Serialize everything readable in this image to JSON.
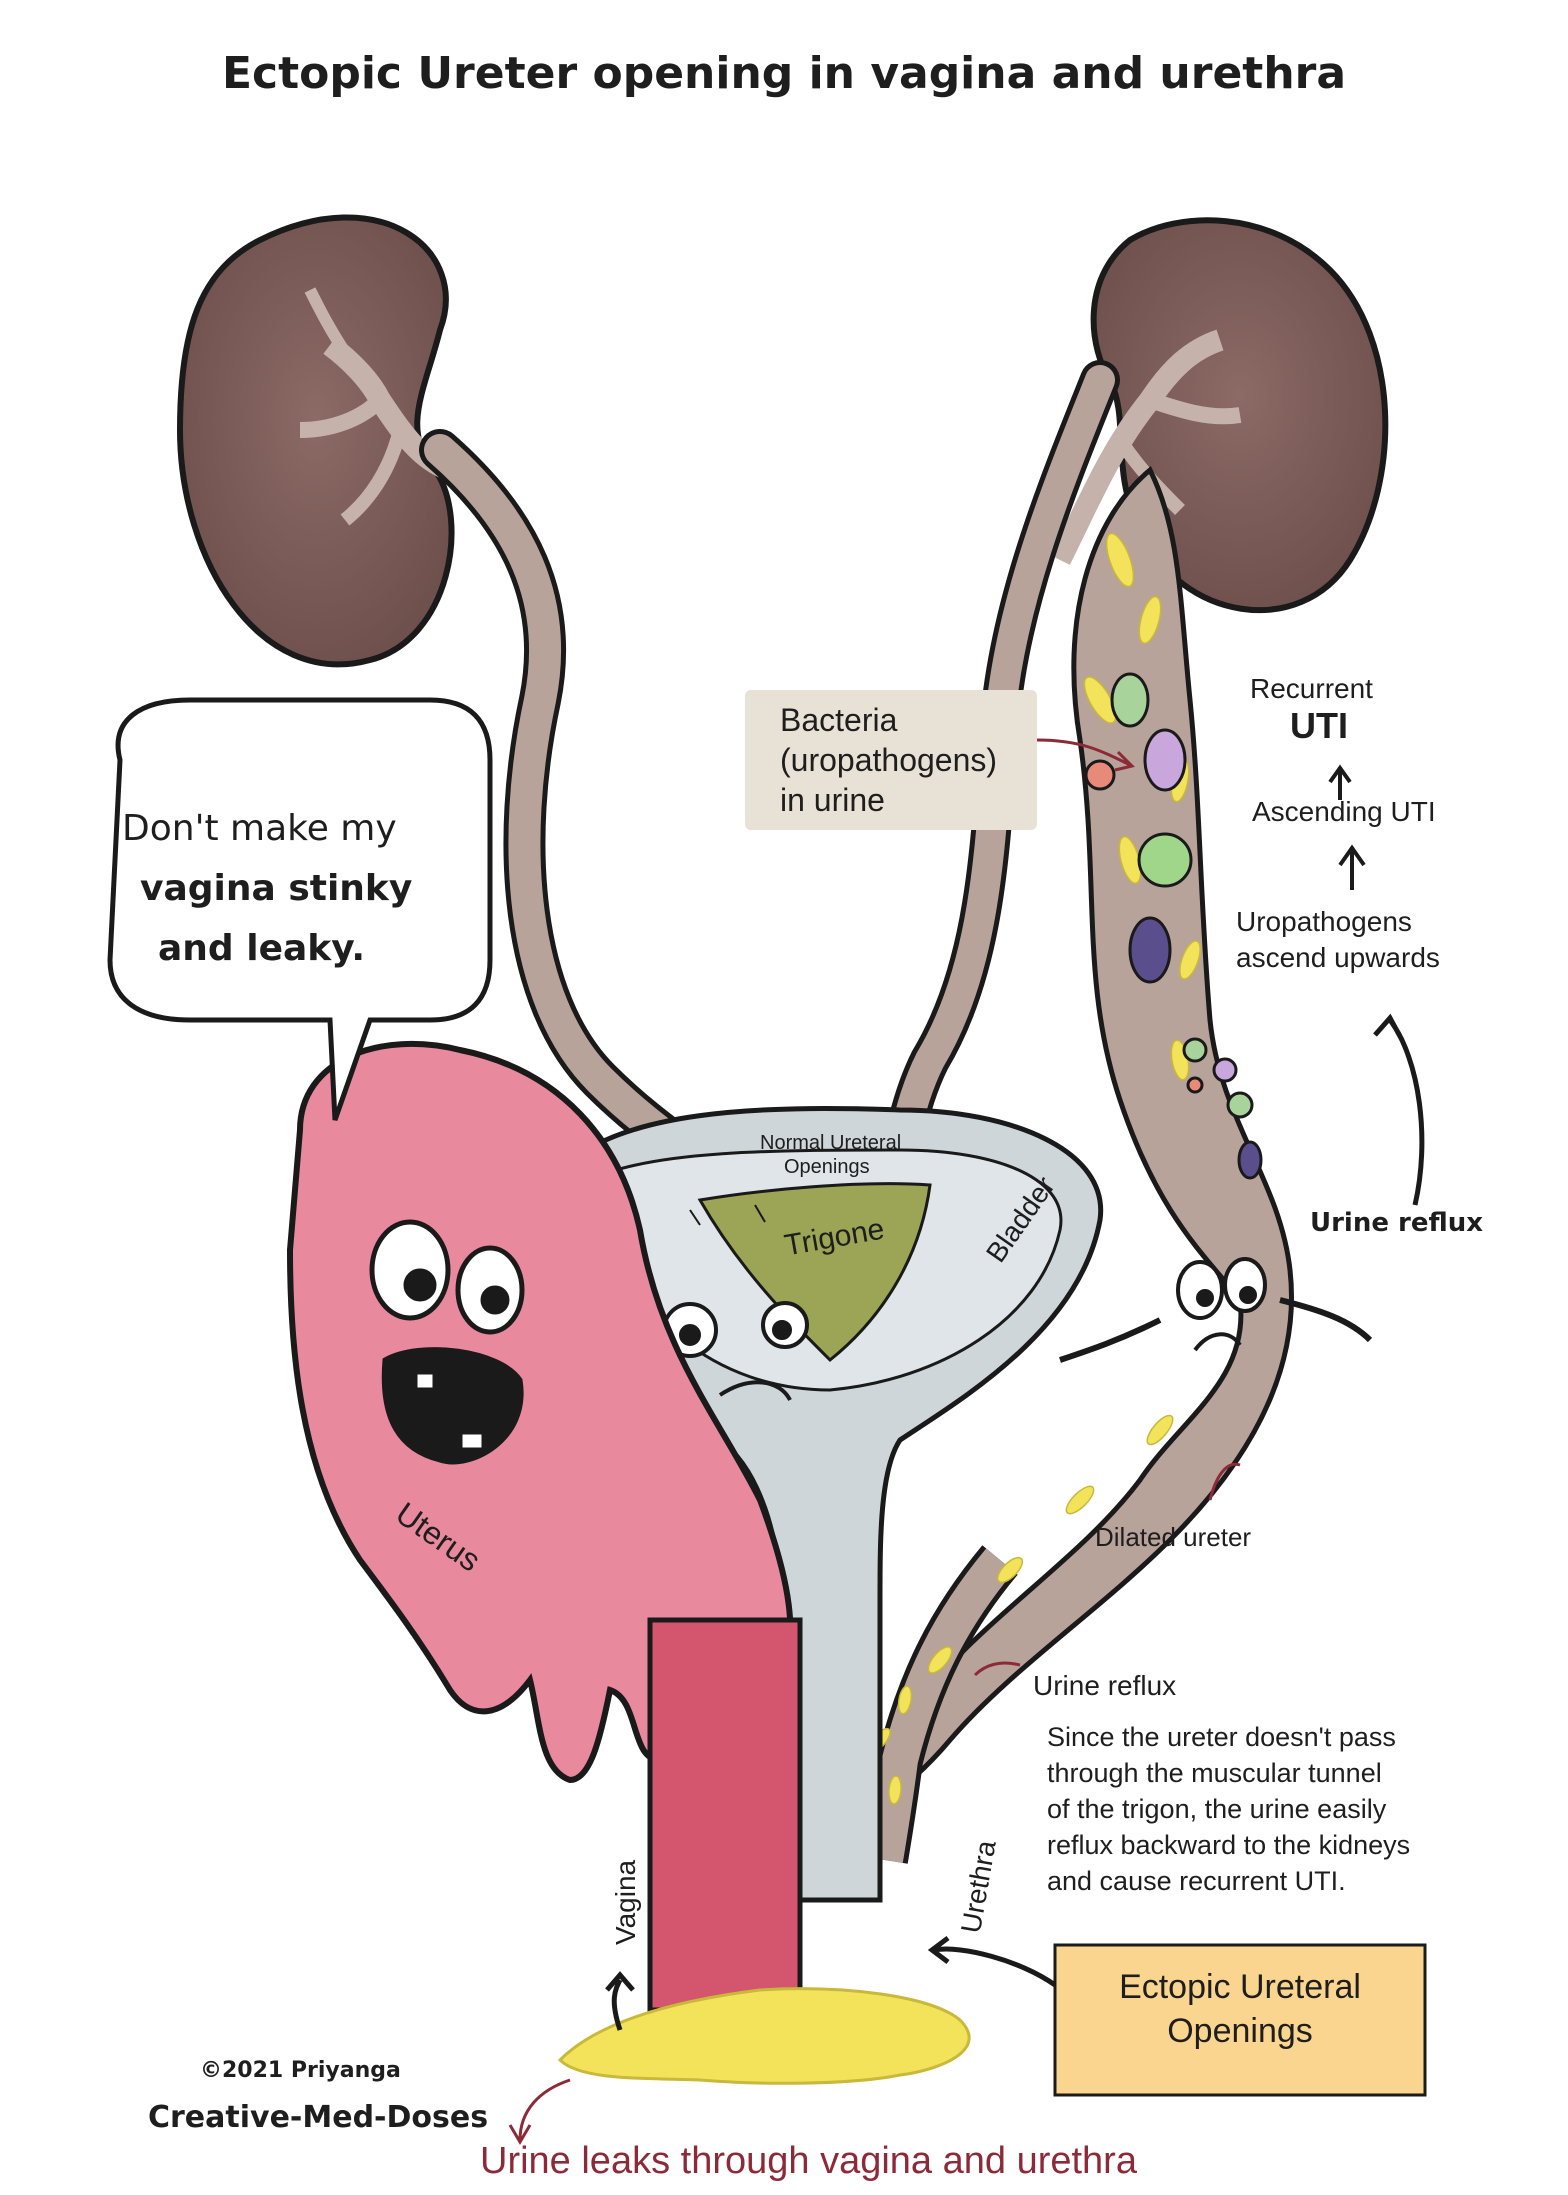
{
  "title": "Ectopic Ureter opening in vagina and urethra",
  "speech": {
    "line1": "Don't make my",
    "line2": "vagina stinky",
    "line3": "and leaky."
  },
  "labels": {
    "normal_openings_line1": "Normal Ureteral",
    "normal_openings_line2": "Openings",
    "trigone": "Trigone",
    "bladder": "Bladder",
    "uterus": "Uterus",
    "vagina": "Vagina",
    "urethra": "Urethra",
    "dilated_ureter": "Dilated ureter",
    "urine_reflux_bottom": "Urine reflux",
    "urine_reflux_side": "Urine reflux"
  },
  "bacteria_box": {
    "line1": "Bacteria",
    "line2": "(uropathogens)",
    "line3": "in urine"
  },
  "uti_chain": {
    "recurrent": "Recurrent",
    "uti": "UTI",
    "ascending": "Ascending UTI",
    "ascend_line1": "Uropathogens",
    "ascend_line2": "ascend upwards"
  },
  "explanation": [
    "Since the ureter doesn't pass",
    "through the muscular tunnel",
    "of the trigon, the urine easily",
    "reflux backward to the kidneys",
    "and cause recurrent UTI."
  ],
  "ectopic_box": {
    "line1": "Ectopic Ureteral",
    "line2": "Openings"
  },
  "bottom_caption": "Urine leaks through vagina and urethra",
  "credit": {
    "line1": "©2021 Priyanga",
    "line2": "Creative-Med-Doses"
  },
  "colors": {
    "kidney": "#7a5a56",
    "ureter": "#b8a39a",
    "uterus": "#e8899d",
    "bladder": "#cfd6da",
    "trigone": "#9ca455",
    "urine": "#f2e35a",
    "bacteria_box": "#e8e1d6",
    "ectopic_box": "#fad58f",
    "caption_red": "#8c2a38"
  }
}
